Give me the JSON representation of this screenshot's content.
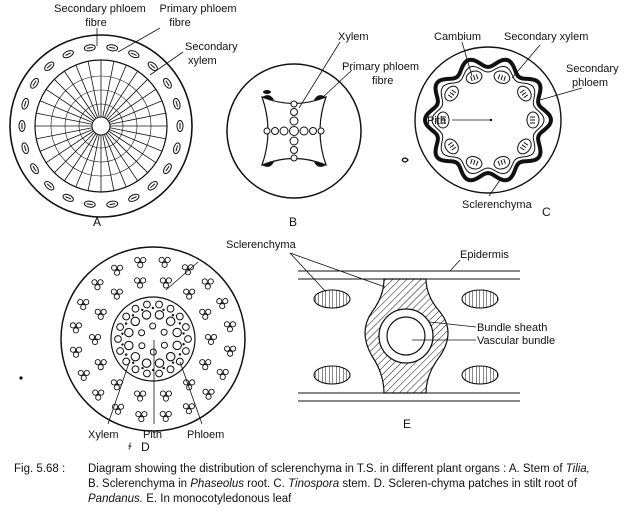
{
  "panels": {
    "A": {
      "panel_label": "A",
      "labels": {
        "secondary_phloem_fibre_1": "Secondary phloem",
        "secondary_phloem_fibre_2": "fibre",
        "primary_phloem_fibre_1": "Primary phloem",
        "primary_phloem_fibre_2": "fibre",
        "secondary_xylem_1": "Secondary",
        "secondary_xylem_2": "xylem"
      }
    },
    "B": {
      "panel_label": "B",
      "labels": {
        "xylem": "Xylem",
        "primary_phloem_fibre_1": "Primary phloem",
        "primary_phloem_fibre_2": "fibre"
      }
    },
    "C": {
      "panel_label": "C",
      "labels": {
        "cambium": "Cambium",
        "secondary_xylem": "Secondary xylem",
        "secondary_phloem_1": "Secondary",
        "secondary_phloem_2": "phloem",
        "pith": "Pith",
        "sclerenchyma": "Sclerenchyma"
      }
    },
    "D": {
      "panel_label": "D",
      "labels": {
        "sclerenchyma": "Sclerenchyma",
        "xylem": "Xylem",
        "pith": "Pith",
        "phloem": "Phloem"
      }
    },
    "E": {
      "panel_label": "E",
      "labels": {
        "epidermis": "Epidermis",
        "bundle_sheath": "Bundle sheath",
        "vascular_bundle": "Vascular bundle"
      }
    }
  },
  "caption": {
    "fig_number": "Fig. 5.68 :",
    "text_1": "Diagram showing the distribution of sclerenchyma in T.S. in different plant organs : A. Stem of ",
    "tilia": "Tilia,",
    "text_2": "B. Sclerenchyma in ",
    "phaseolus": "Phaseolus",
    "text_3": " root. C. ",
    "tinospora": "Tinospora",
    "text_4": " stem. D. Scleren-chyma patches in stilt root of",
    "pandanus": "Pandanus.",
    "text_5": " E. In monocotyledonous leaf"
  }
}
